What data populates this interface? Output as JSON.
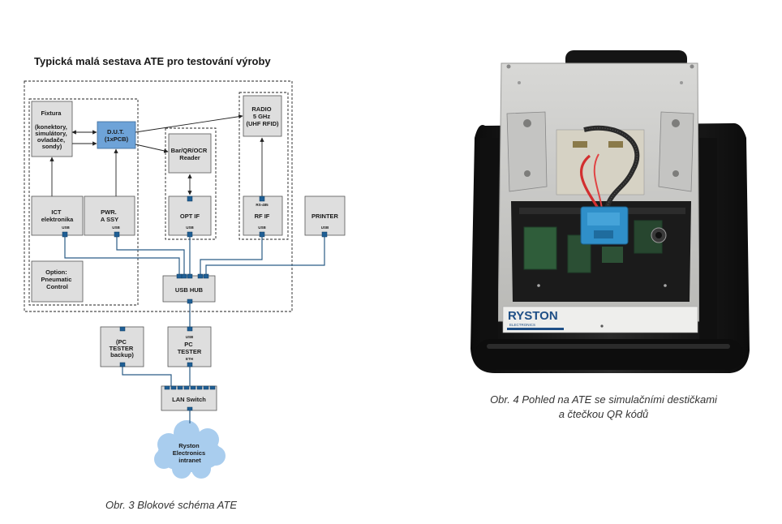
{
  "diagram": {
    "title": "Typická malá sestava ATE pro testování výroby",
    "caption": "Obr. 3  Blokové schéma ATE",
    "nodes": {
      "fixtura": [
        "Fixtura",
        "(konektory,",
        "simulátory,",
        "ovladače,",
        "sondy)"
      ],
      "dut": [
        "D.U.T.",
        "(1xPCB)"
      ],
      "radio": [
        "RADIO",
        "5 GHz",
        "(UHF RFID)"
      ],
      "reader": [
        "Bar/QR/OCR",
        "Reader"
      ],
      "ict": [
        "ICT",
        "elektronika"
      ],
      "pwr": [
        "PWR.",
        "A SSY"
      ],
      "optif": [
        "OPT IF"
      ],
      "rfif": [
        "RF IF"
      ],
      "printer": [
        "PRINTER"
      ],
      "option": [
        "Option:",
        "Pneumatic",
        "Control"
      ],
      "usbhub": [
        "USB HUB"
      ],
      "pc_backup": [
        "(PC",
        "TESTER",
        "backup)"
      ],
      "pc_tester": [
        "PC",
        "TESTER"
      ],
      "lan": [
        "LAN Switch"
      ],
      "cloud": [
        "Ryston",
        "Electronics",
        "intranet"
      ]
    },
    "ports": {
      "usb": "USB",
      "rs485": "RS-485",
      "eth": "ETH"
    }
  },
  "photo": {
    "caption_line1": "Obr. 4  Pohled na ATE se simulačními destičkami",
    "caption_line2": "a čtečkou QR kódů",
    "logo_text": "RYSTON",
    "logo_sub": "ELECTRONICS"
  },
  "colors": {
    "wire": "#2b5c86",
    "port": "#1f5f95",
    "cloud": "#a9cdee",
    "box": "#dedede"
  }
}
